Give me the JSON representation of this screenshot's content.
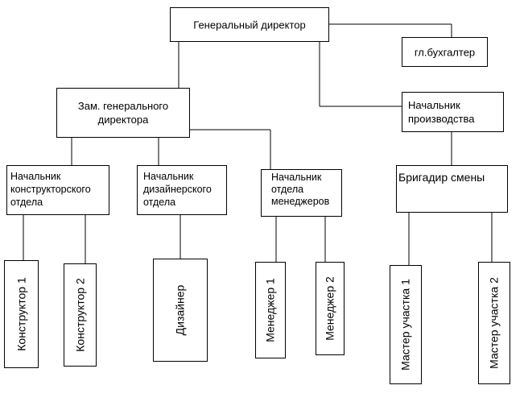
{
  "colors": {
    "line": "#000000",
    "box_border": "#000000",
    "background": "#ffffff"
  },
  "nodes": {
    "ceo": "Генеральный директор",
    "chief_accountant": "гл.бухгалтер",
    "deputy_ceo": "Зам. генерального\nдиректора",
    "production_head": "Начальник\nпроизводства",
    "design_dept_head": "Начальник\nконструкторского\nотдела",
    "designer_dept_head": "Начальник\nдизайнерского\nотдела",
    "managers_dept_head": "Начальник\nотдела\nменеджеров",
    "shift_foreman": "Бригадир смены",
    "constructor_1": "Конструктор 1",
    "constructor_2": "Конструктор 2",
    "designer": "Дизайнер",
    "manager_1": "Менеджер 1",
    "manager_2": "Менеджер 2",
    "site_master_1": "Мастер участка 1",
    "site_master_2": "Мастер участка 2"
  }
}
